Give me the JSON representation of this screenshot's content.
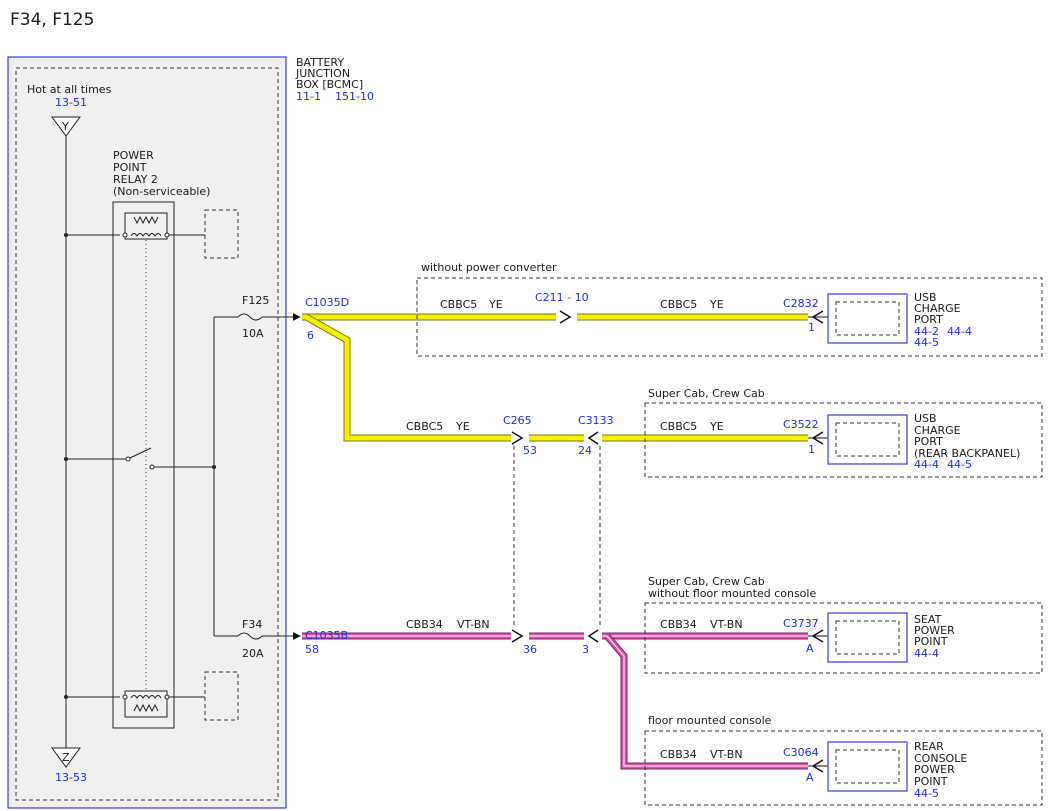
{
  "title": "F34, F125",
  "bjb": {
    "label_lines": [
      "BATTERY",
      "JUNCTION",
      "BOX [BCMC]"
    ],
    "refs": [
      "11-1",
      "151-10"
    ]
  },
  "power_source": {
    "label": "Hot at all times",
    "top_ref": "13-51",
    "top_symbol": "Y",
    "bottom_symbol": "Z",
    "bottom_ref": "13-53"
  },
  "relay": {
    "label_lines": [
      "POWER",
      "POINT",
      "RELAY 2",
      "(Non-serviceable)"
    ]
  },
  "fuses": [
    {
      "name": "F125",
      "rating": "10A"
    },
    {
      "name": "F34",
      "rating": "20A"
    }
  ],
  "connectors": {
    "c1035d": {
      "name": "C1035D",
      "pin": "6"
    },
    "c1035b": {
      "name": "C1035B",
      "pin": "58"
    },
    "c211": {
      "name": "C211 - 10"
    },
    "c2832": {
      "name": "C2832",
      "pin": "1"
    },
    "c265": {
      "name": "C265",
      "pin": "53"
    },
    "c3133": {
      "name": "C3133",
      "pin": "24"
    },
    "c3522": {
      "name": "C3522",
      "pin": "1"
    },
    "c265b": {
      "pin": "36"
    },
    "c3133b": {
      "pin": "3"
    },
    "c3737": {
      "name": "C3737",
      "pin": "A"
    },
    "c3064": {
      "name": "C3064",
      "pin": "A"
    }
  },
  "wires": {
    "w1a": {
      "circuit": "CBBC5",
      "color": "YE"
    },
    "w1b": {
      "circuit": "CBBC5",
      "color": "YE"
    },
    "w2a": {
      "circuit": "CBBC5",
      "color": "YE"
    },
    "w2b": {
      "circuit": "CBBC5",
      "color": "YE"
    },
    "w3a": {
      "circuit": "CBB34",
      "color": "VT-BN"
    },
    "w3b": {
      "circuit": "CBB34",
      "color": "VT-BN"
    },
    "w4": {
      "circuit": "CBB34",
      "color": "VT-BN"
    }
  },
  "options": {
    "o1": "without power converter",
    "o2": "Super Cab, Crew Cab",
    "o3_line1": "Super Cab, Crew Cab",
    "o3_line2": "without floor mounted console",
    "o4": "floor mounted console"
  },
  "components": {
    "usb1": {
      "label_lines": [
        "USB",
        "CHARGE",
        "PORT"
      ],
      "refs": [
        "44-2",
        "44-4",
        "44-5"
      ]
    },
    "usb2": {
      "label_lines": [
        "USB",
        "CHARGE",
        "PORT",
        "(REAR BACKPANEL)"
      ],
      "refs": [
        "44-4",
        "44-5"
      ]
    },
    "seat": {
      "label_lines": [
        "SEAT",
        "POWER",
        "POINT"
      ],
      "refs": [
        "44-4"
      ]
    },
    "rear": {
      "label_lines": [
        "REAR",
        "CONSOLE",
        "POWER",
        "POINT"
      ],
      "refs": [
        "44-5"
      ]
    }
  },
  "colors": {
    "yellow_wire": "#f5f000",
    "violet_brown_wire": "#e050b0",
    "reference_blue": "#1e2ed8",
    "module_border": "#3b3bd9",
    "module_fill": "#f0f0f0"
  }
}
